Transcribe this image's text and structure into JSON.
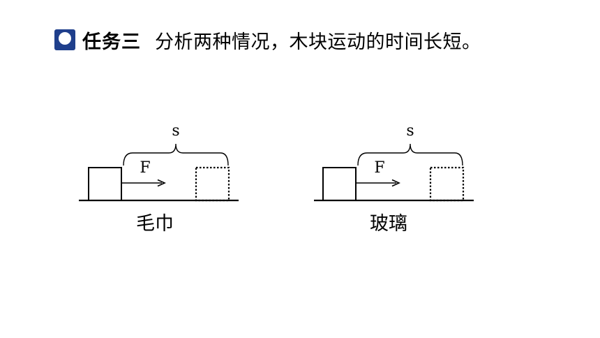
{
  "header": {
    "logo_icon": "school-badge-icon",
    "task_label": "任务三",
    "task_desc": "分析两种情况，木块运动的时间长短。"
  },
  "diagrams": [
    {
      "distance_label": "s",
      "force_label": "F",
      "surface_label": "毛巾"
    },
    {
      "distance_label": "s",
      "force_label": "F",
      "surface_label": "玻璃"
    }
  ]
}
